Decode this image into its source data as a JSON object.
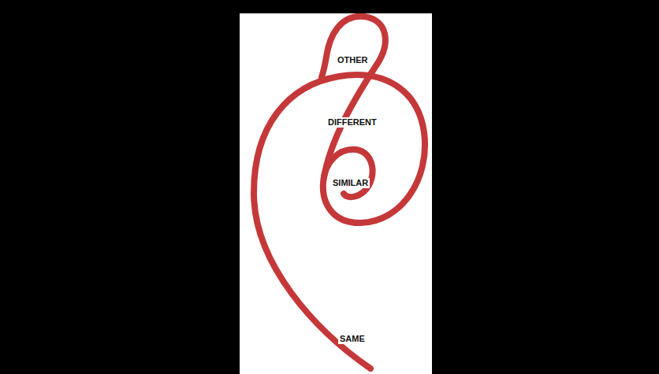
{
  "diagram": {
    "labels": [
      "OTHER",
      "DIFFERENT",
      "SIMILAR",
      "SAME"
    ]
  }
}
